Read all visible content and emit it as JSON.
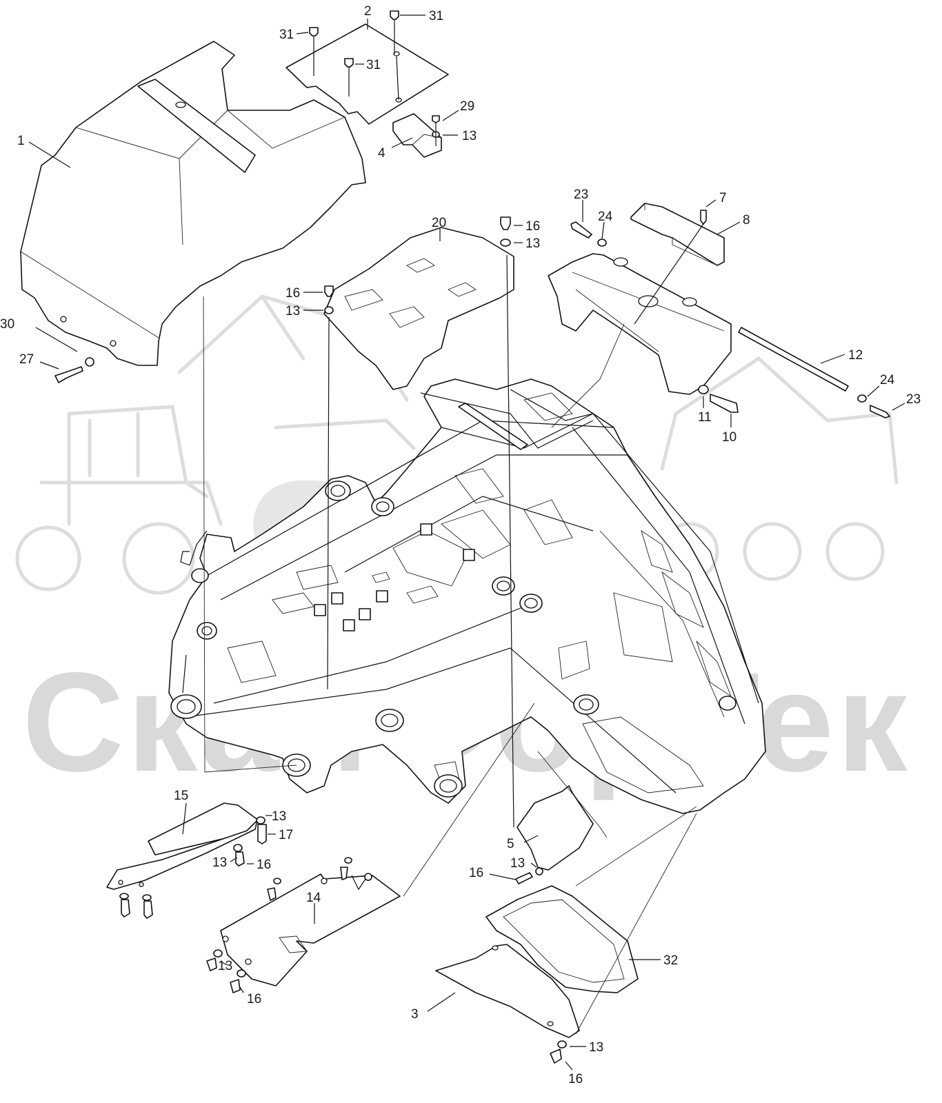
{
  "watermark": {
    "text": "СкайФорТек",
    "color": "#d9d9d9"
  },
  "callouts": [
    "1",
    "2",
    "31",
    "31",
    "31",
    "29",
    "13",
    "4",
    "23",
    "24",
    "7",
    "8",
    "20",
    "16",
    "13",
    "16",
    "13",
    "12",
    "24",
    "23",
    "11",
    "10",
    "30",
    "27",
    "15",
    "13",
    "17",
    "13",
    "16",
    "14",
    "13",
    "16",
    "5",
    "13",
    "16",
    "32",
    "3",
    "13",
    "16"
  ],
  "colors": {
    "line": "#111111",
    "background": "#ffffff"
  }
}
